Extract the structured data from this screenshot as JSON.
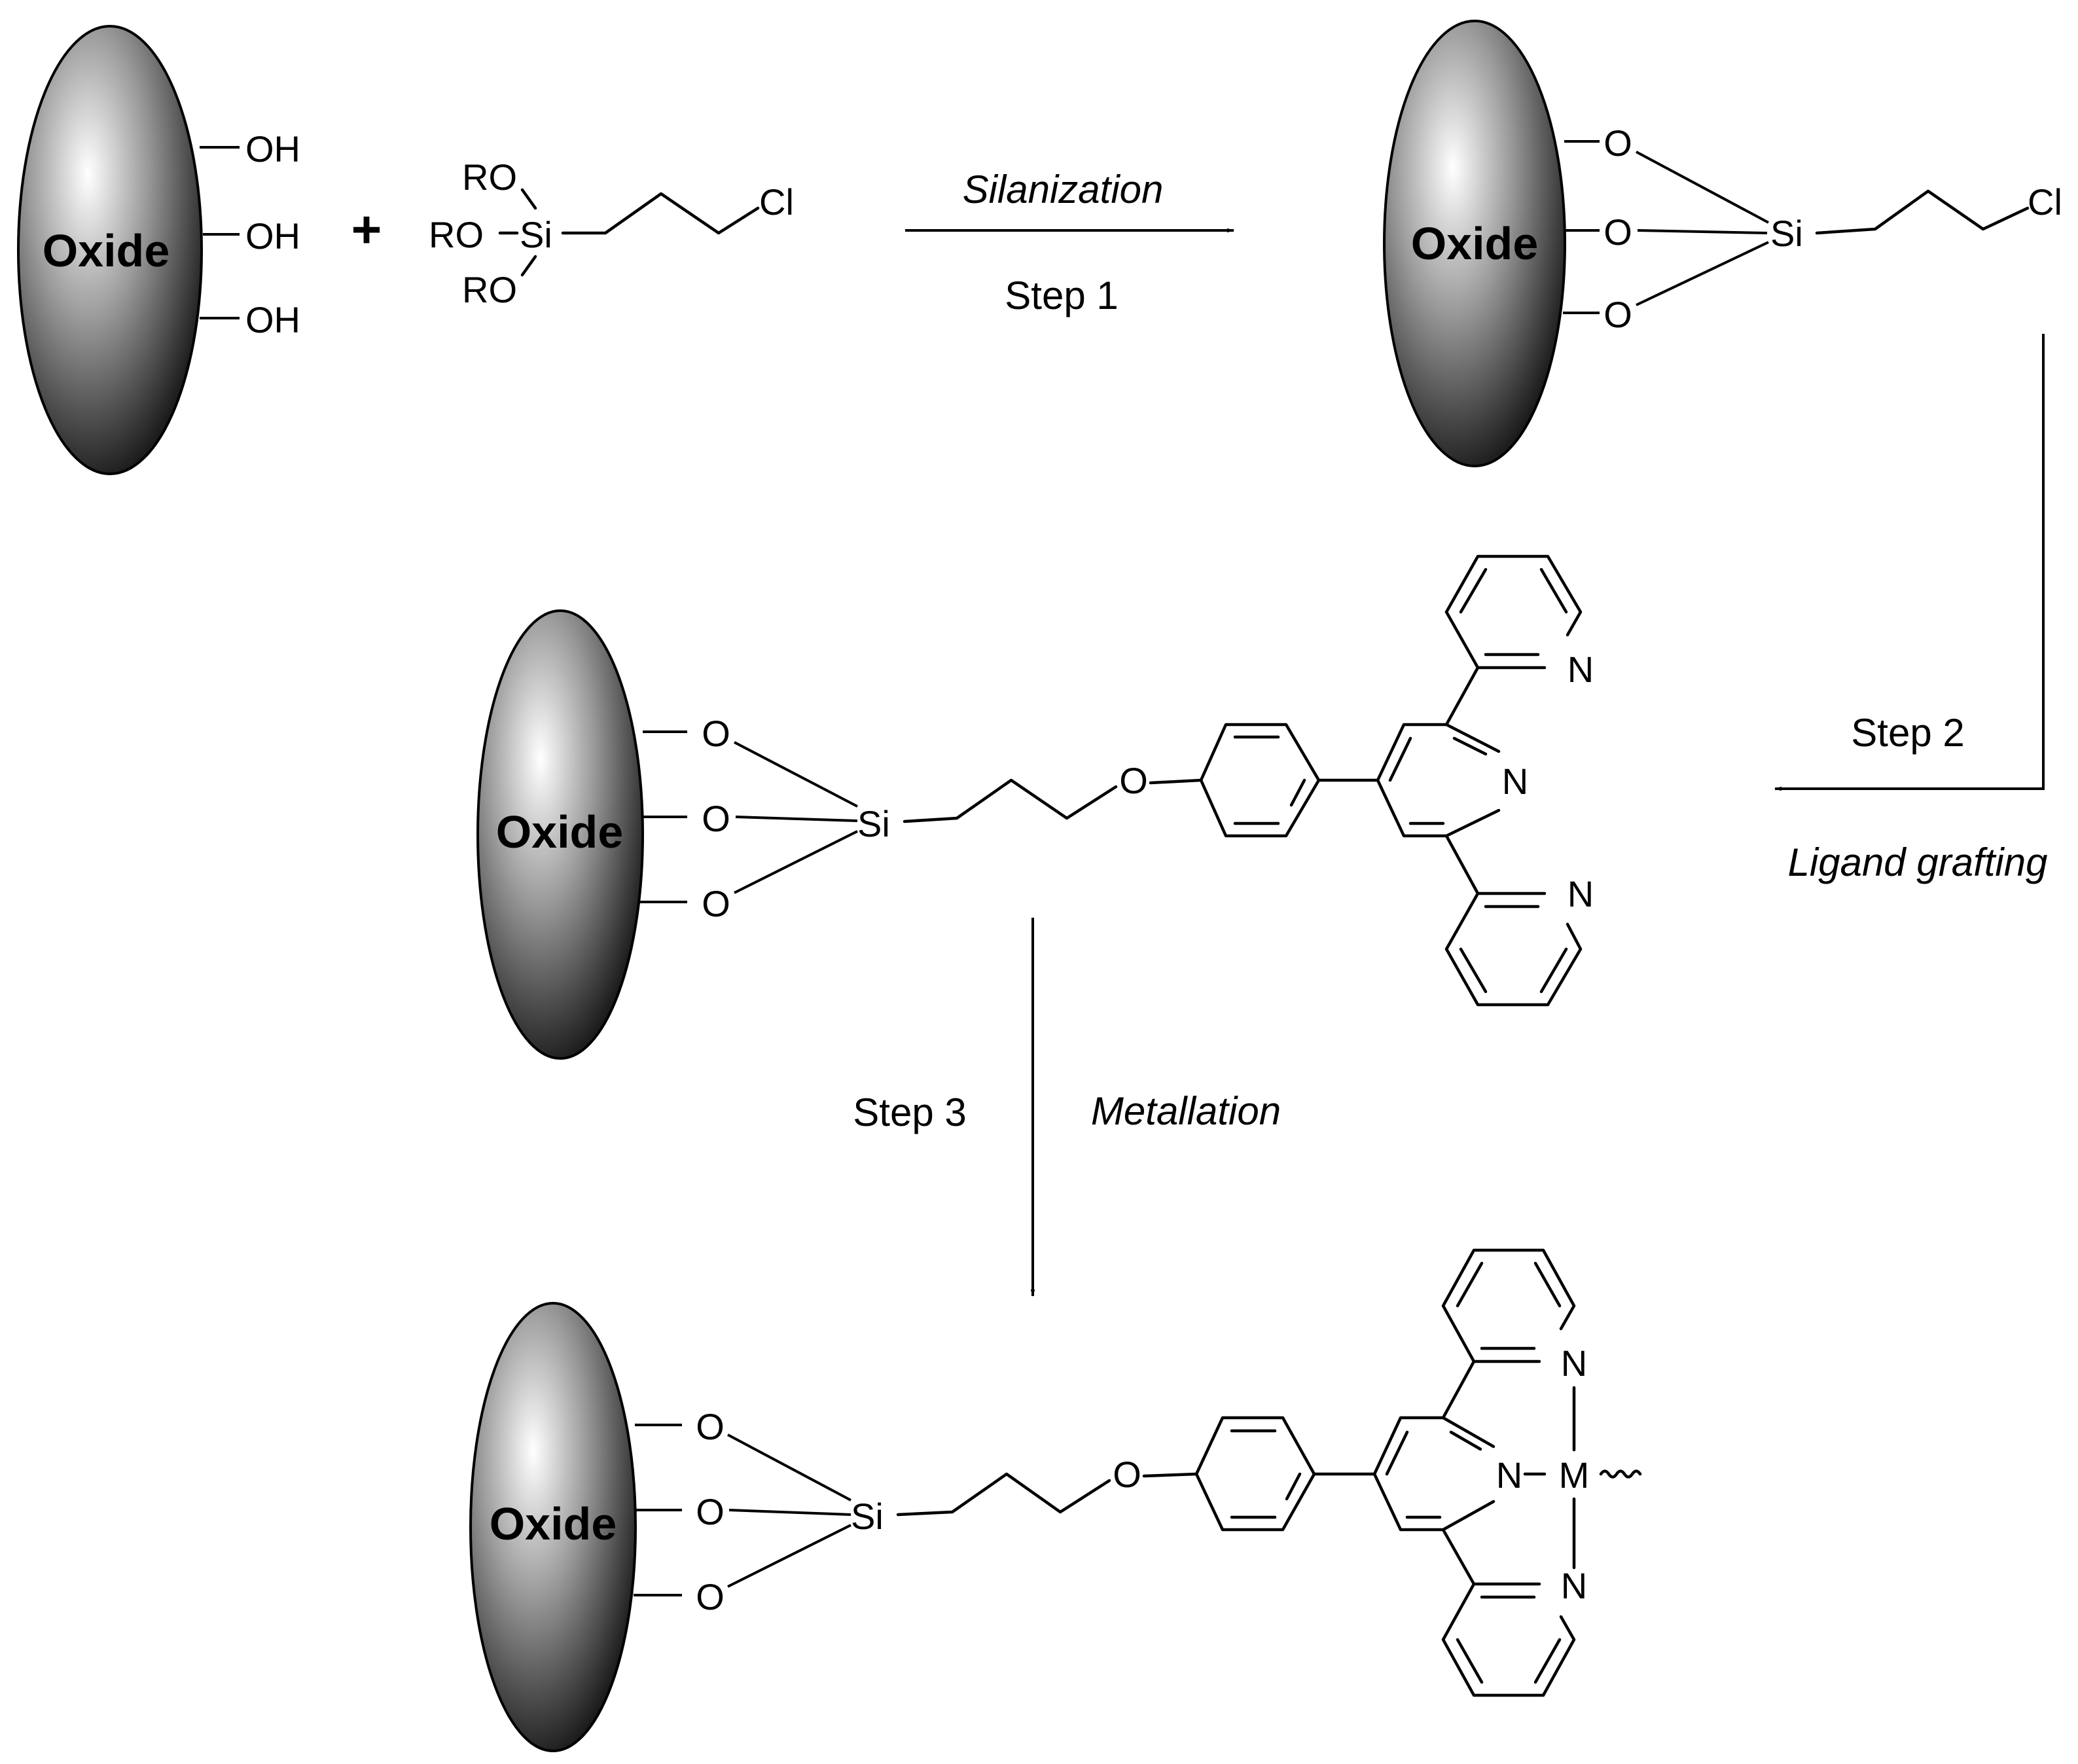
{
  "support_label": "Oxide",
  "surface_groups": [
    "OH",
    "OH",
    "OH"
  ],
  "plus": "+",
  "silane": {
    "ro": [
      "RO",
      "RO",
      "RO"
    ],
    "si": "Si",
    "cl": "Cl"
  },
  "linker": {
    "o": "O",
    "si": "Si",
    "cl": "Cl"
  },
  "terpy": {
    "n": "N",
    "metal": "M"
  },
  "steps": {
    "step1": {
      "name": "Step 1",
      "process": "Silanization"
    },
    "step2": {
      "name": "Step 2",
      "process": "Ligand grafting"
    },
    "step3": {
      "name": "Step 3",
      "process": "Metallation"
    }
  }
}
